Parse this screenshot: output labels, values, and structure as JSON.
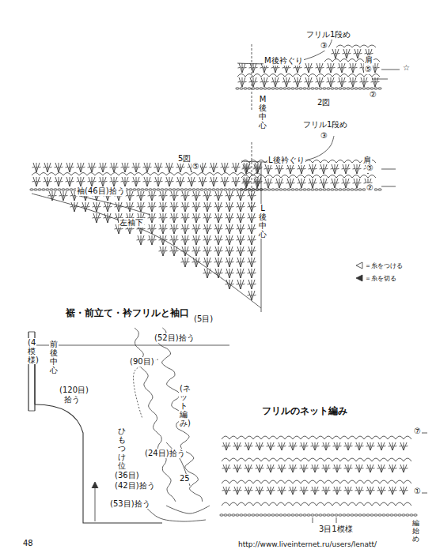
{
  "diagram": {
    "labels": [
      "フリル1段め",
      "③",
      "M後衿ぐり",
      "肩",
      "⑤",
      "☆",
      "②",
      "2図",
      "M後中心",
      "フリル1段め",
      "③",
      "L後衿ぐり",
      "肩",
      "⑤",
      "②",
      "L後中心",
      "5図",
      "⑤",
      "袖(46目)拾う",
      "左袖下",
      "裾・前立て・衿フリルと袖口",
      "(5目)",
      "(52目)拾う",
      "(90目)",
      "(4模様)",
      "前後中心",
      "(120目)",
      "拾う",
      "(ネット編み)",
      "ひもつけ位置",
      "(24目)拾う",
      "(36目)",
      "(42目)拾う",
      "25",
      "(53目)拾う",
      "フリルのネット編み",
      "⑦",
      "①",
      "3目1模様",
      "編始め",
      "48",
      "http://www.liveinternet.ru/users/lenatt/"
    ],
    "legend": [
      {
        "text": "＝糸をつける"
      },
      {
        "text": "＝糸を切る"
      }
    ]
  }
}
